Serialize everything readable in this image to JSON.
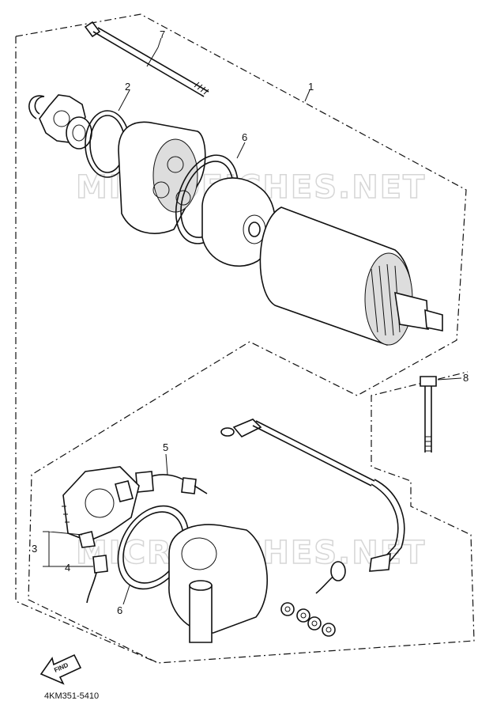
{
  "diagram": {
    "part_number": "4KM351-5410",
    "find_label": "FIND",
    "watermark_text": "MICROFICHES.NET",
    "callouts": {
      "c1": "1",
      "c2": "2",
      "c3": "3",
      "c4": "4",
      "c5": "5",
      "c6_top": "6",
      "c6_bottom": "6",
      "c7": "7",
      "c8": "8"
    }
  }
}
